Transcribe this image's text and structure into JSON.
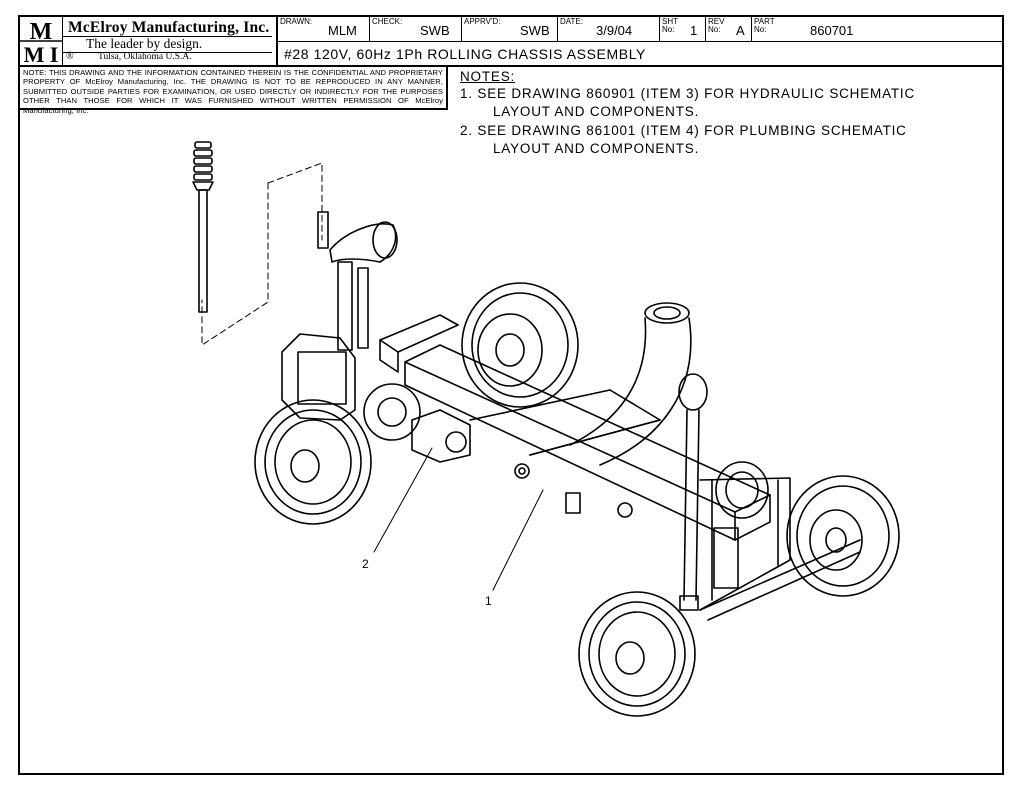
{
  "title_block": {
    "logo_letters": [
      "M",
      "M",
      "I"
    ],
    "company_name": "McElroy Manufacturing, Inc.",
    "tagline": "The leader by design.",
    "location": "Tulsa, Oklahoma U.S.A.",
    "registered_mark": "®",
    "drawn_label": "DRAWN:",
    "drawn_value": "MLM",
    "check_label": "CHECK:",
    "check_value": "SWB",
    "approved_label": "APPRV'D:",
    "approved_value": "SWB",
    "date_label": "DATE:",
    "date_value": "3/9/04",
    "sheet_label_1": "SHT",
    "sheet_label_2": "No:",
    "sheet_value": "1",
    "rev_label_1": "REV",
    "rev_label_2": "No:",
    "rev_value": "A",
    "part_label_1": "PART",
    "part_label_2": "No:",
    "part_value": "860701",
    "description": "#28 120V, 60Hz 1Ph ROLLING CHASSIS ASSEMBLY"
  },
  "confidentiality_note": "NOTE: THIS DRAWING AND THE INFORMATION CONTAINED THEREIN IS THE CONFIDENTIAL AND PROPRIETARY PROPERTY OF McElroy Manufacturing, Inc. THE DRAWING IS NOT TO BE REPRODUCED IN ANY MANNER, SUBMITTED OUTSIDE PARTIES FOR EXAMINATION, OR USED DIRECTLY OR INDIRECTLY FOR THE PURPOSES OTHER THAN THOSE FOR WHICH IT WAS FURNISHED WITHOUT WRITTEN PERMISSION OF McElroy Manufacturing, Inc.",
  "notes": {
    "heading": "NOTES:",
    "items": [
      {
        "line1": "1. SEE DRAWING 860901 (ITEM 3) FOR HYDRAULIC SCHEMATIC",
        "line2": "LAYOUT AND COMPONENTS."
      },
      {
        "line1": "2. SEE DRAWING 861001 (ITEM 4) FOR PLUMBING SCHEMATIC",
        "line2": "LAYOUT AND COMPONENTS."
      }
    ]
  },
  "callouts": [
    "2",
    "1"
  ],
  "drawing_icons": [
    "chassis-drawing",
    "wheel-icon",
    "pin-icon"
  ]
}
